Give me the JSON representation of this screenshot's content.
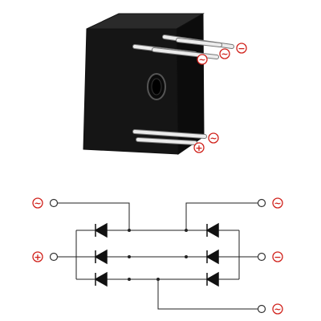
{
  "figure": {
    "package_pins": [
      {
        "id": "pin-ac-top-1",
        "symbol": "~"
      },
      {
        "id": "pin-ac-top-2",
        "symbol": "~"
      },
      {
        "id": "pin-negative",
        "symbol": "−"
      },
      {
        "id": "pin-ac-bottom",
        "symbol": "~"
      },
      {
        "id": "pin-positive",
        "symbol": "+"
      }
    ],
    "schematic_terminals": [
      {
        "id": "terminal-ac-left",
        "symbol": "~"
      },
      {
        "id": "terminal-positive",
        "symbol": "+"
      },
      {
        "id": "terminal-ac-right-top",
        "symbol": "~"
      },
      {
        "id": "terminal-negative",
        "symbol": "−"
      },
      {
        "id": "terminal-ac-right-bottom",
        "symbol": "~"
      }
    ],
    "colors": {
      "label_red": "#d0201a",
      "package_body": "#111111",
      "wire": "#222222",
      "diode": "#111111",
      "pin": "#e6e6e6"
    }
  }
}
